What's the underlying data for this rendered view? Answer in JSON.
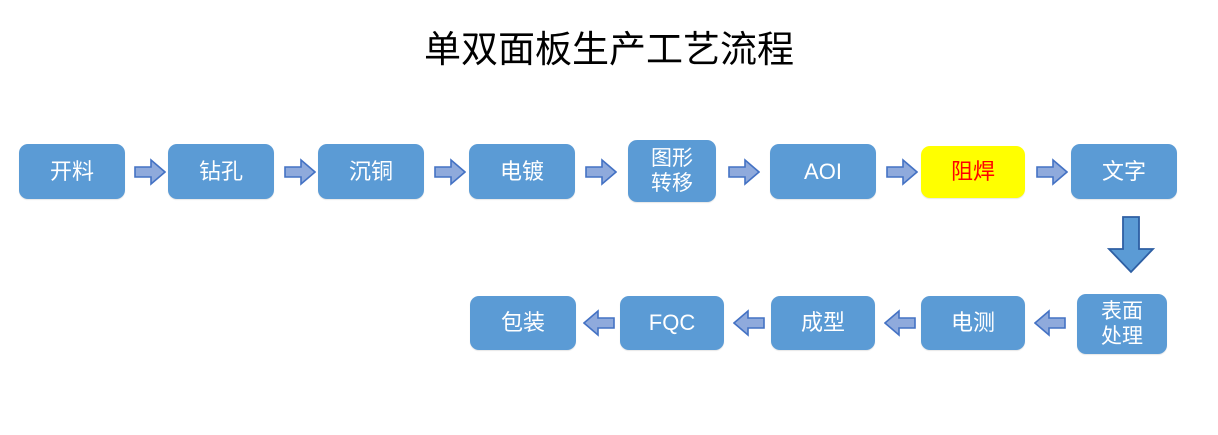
{
  "title": "单双面板生产工艺流程",
  "colors": {
    "node_fill": "#5B9BD5",
    "node_text": "#FFFFFF",
    "highlight_fill": "#FFFF00",
    "highlight_text": "#FF0000",
    "arrow_fill": "#8FAADC",
    "arrow_stroke": "#4472C4",
    "down_arrow_fill": "#5B9BD5",
    "down_arrow_stroke": "#2E5FA3",
    "background": "#FFFFFF",
    "title_text": "#000000"
  },
  "flow": {
    "row1": [
      {
        "id": "kailiao",
        "label": "开料",
        "highlight": false
      },
      {
        "id": "zuankong",
        "label": "钻孔",
        "highlight": false
      },
      {
        "id": "chentong",
        "label": "沉铜",
        "highlight": false
      },
      {
        "id": "diandu",
        "label": "电镀",
        "highlight": false
      },
      {
        "id": "tuxingzhuanyi",
        "label": "图形\n转移",
        "highlight": false
      },
      {
        "id": "aoi",
        "label": "AOI",
        "highlight": false
      },
      {
        "id": "zuhan",
        "label": "阻焊",
        "highlight": true
      },
      {
        "id": "wenzi",
        "label": "文字",
        "highlight": false
      }
    ],
    "row2": [
      {
        "id": "baozhuang",
        "label": "包装",
        "highlight": false
      },
      {
        "id": "fqc",
        "label": "FQC",
        "highlight": false
      },
      {
        "id": "chengxing",
        "label": "成型",
        "highlight": false
      },
      {
        "id": "diance",
        "label": "电测",
        "highlight": false
      },
      {
        "id": "biaomianchuli",
        "label": "表面\n处理",
        "highlight": false
      }
    ],
    "arrow_icons": {
      "right": "arrow-right-icon",
      "left": "arrow-left-icon",
      "down": "arrow-down-icon"
    },
    "connector_note": "文字 flows down to 表面处理"
  }
}
